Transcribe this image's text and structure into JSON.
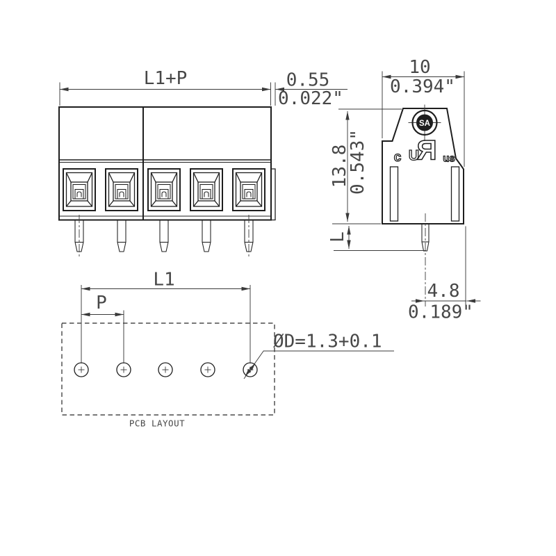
{
  "drawing": {
    "front_view": {
      "dim_total_width_label": "L1+P",
      "dim_flange_mm": "0.55",
      "dim_flange_inch": "0.022\""
    },
    "side_view": {
      "dim_depth_mm": "10",
      "dim_depth_inch": "0.394\"",
      "dim_height_mm": "13.8",
      "dim_height_inch": "0.543\"",
      "dim_pin_length_label": "L",
      "dim_pin_offset_mm": "4.8",
      "dim_pin_offset_inch": "0.189\"",
      "csa_mark_text": "SA",
      "ul_mark_c": "c",
      "ul_mark_r": "R",
      "ul_mark_u": "U",
      "ul_mark_us": "us"
    },
    "pcb_layout": {
      "dim_row_length_label": "L1",
      "dim_pitch_label": "P",
      "hole_diameter_callout": "ØD=1.3+0.1",
      "caption": "PCB LAYOUT"
    }
  }
}
